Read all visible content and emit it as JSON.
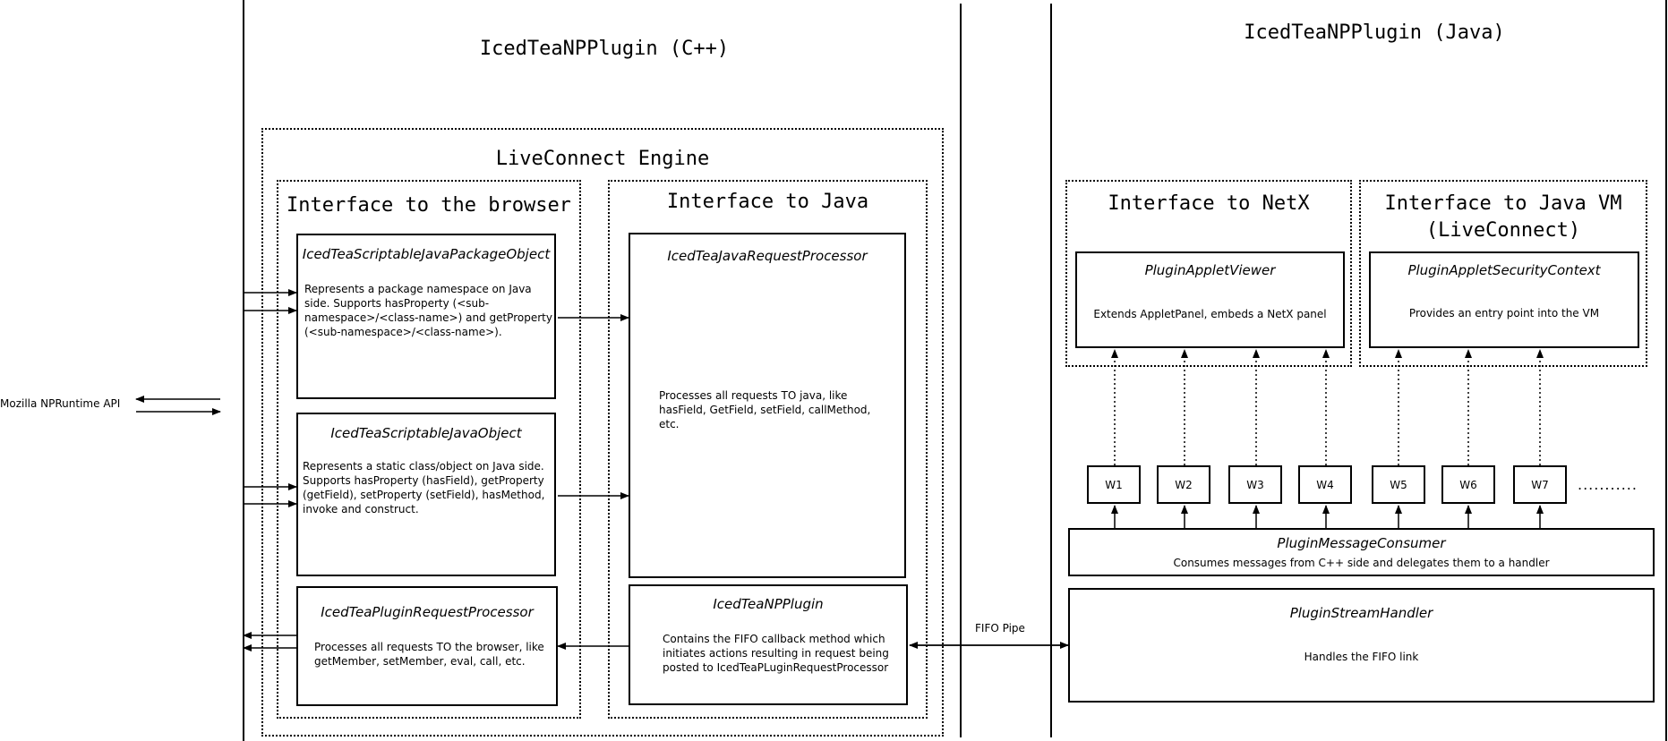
{
  "external": {
    "api_label": "Mozilla NPRuntime API",
    "fifo_label": "FIFO Pipe",
    "ellipsis": "..........."
  },
  "cpp": {
    "title": "IcedTeaNPPlugin (C++)",
    "engine_title": "LiveConnect Engine",
    "browser_iface": {
      "title": "Interface to the browser",
      "package_object": {
        "name": "IcedTeaScriptableJavaPackageObject",
        "desc": "Represents a package namespace on Java side. Supports hasProperty (<sub-namespace>/<class-name>) and getProperty (<sub-namespace>/<class-name>)."
      },
      "java_object": {
        "name": "IcedTeaScriptableJavaObject",
        "desc": "Represents a static class/object on Java side. Supports hasProperty (hasField), getProperty (getField), setProperty (setField), hasMethod, invoke and construct."
      },
      "request_processor": {
        "name": "IcedTeaPluginRequestProcessor",
        "desc": "Processes all requests TO the browser, like getMember, setMember, eval, call, etc."
      }
    },
    "java_iface": {
      "title": "Interface to Java",
      "request_processor": {
        "name": "IcedTeaJavaRequestProcessor",
        "desc": "Processes all requests TO java, like hasField, GetField, setField, callMethod, etc."
      },
      "npplugin": {
        "name": "IcedTeaNPPlugin",
        "desc": "Contains the FIFO callback method which initiates actions resulting in request being posted to IcedTeaPLuginRequestProcessor"
      }
    }
  },
  "java": {
    "title": "IcedTeaNPPlugin (Java)",
    "netx_iface": {
      "title": "Interface to NetX",
      "viewer": {
        "name": "PluginAppletViewer",
        "desc": "Extends AppletPanel, embeds a NetX panel"
      }
    },
    "vm_iface": {
      "title_line1": "Interface to Java VM",
      "title_line2": "(LiveConnect)",
      "security": {
        "name": "PluginAppletSecurityContext",
        "desc": "Provides an entry point into the VM"
      }
    },
    "workers": [
      "W1",
      "W2",
      "W3",
      "W4",
      "W5",
      "W6",
      "W7"
    ],
    "consumer": {
      "name": "PluginMessageConsumer",
      "desc": "Consumes messages from C++ side and delegates them to a handler"
    },
    "stream_handler": {
      "name": "PluginStreamHandler",
      "desc": "Handles the FIFO link"
    }
  }
}
